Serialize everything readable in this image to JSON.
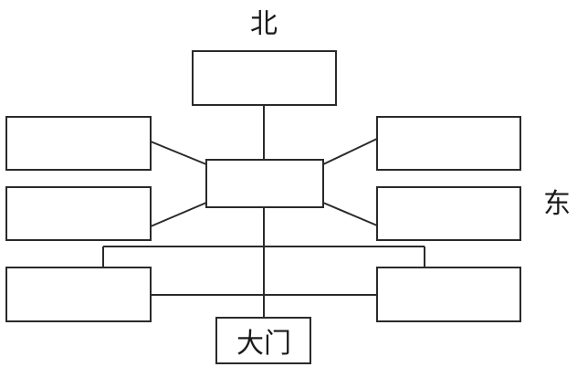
{
  "diagram": {
    "direction_north": "北",
    "direction_east": "东",
    "gate_label": "大门"
  }
}
